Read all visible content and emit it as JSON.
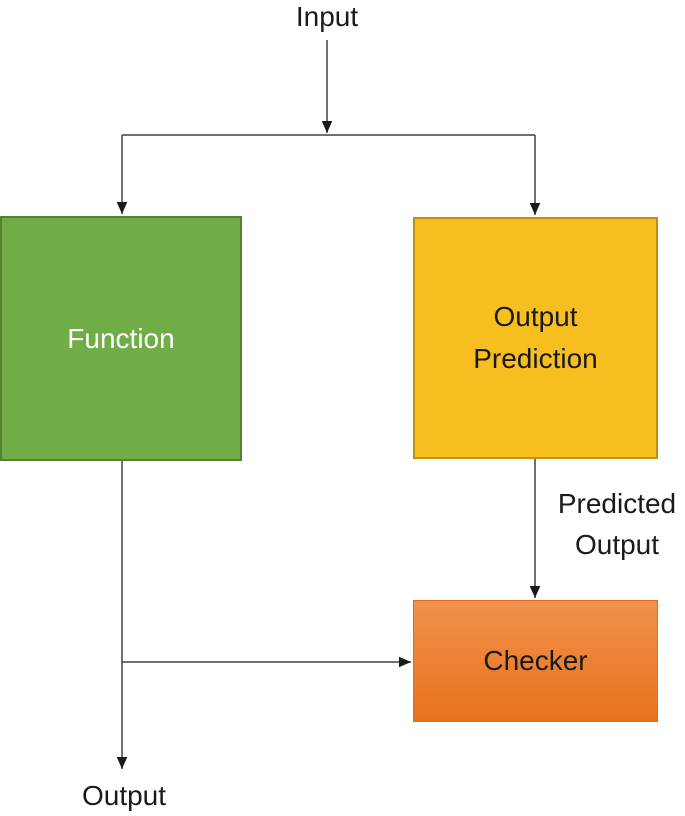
{
  "diagram": {
    "labels": {
      "input": "Input",
      "predicted_output": "Predicted Output",
      "output": "Output"
    },
    "nodes": {
      "function": {
        "label": "Function",
        "fill": "#70AD47",
        "border": "#538234",
        "text_color": "#FFFFFF"
      },
      "output_prediction": {
        "label": "Output Prediction",
        "fill": "#F6BE1E",
        "border": "#BD8F12",
        "text_color": "#1A1A1A"
      },
      "checker": {
        "label": "Checker",
        "fill_top": "#F1914B",
        "fill_bottom": "#E7721D",
        "text_color": "#1A1A1A"
      }
    },
    "connectors": {
      "line_color": "#404040",
      "arrowhead_color": "#1A1A1A",
      "edges": [
        {
          "from": "input-label",
          "to": "splitter",
          "type": "arrow-down"
        },
        {
          "from": "splitter",
          "to": "function",
          "type": "arrow-down"
        },
        {
          "from": "splitter",
          "to": "output_prediction",
          "type": "arrow-down"
        },
        {
          "from": "output_prediction",
          "to": "checker",
          "type": "arrow-down",
          "label": "Predicted Output"
        },
        {
          "from": "function",
          "to": "output-label",
          "type": "arrow-down"
        },
        {
          "from": "function",
          "to": "checker",
          "type": "arrow-right"
        }
      ]
    }
  }
}
